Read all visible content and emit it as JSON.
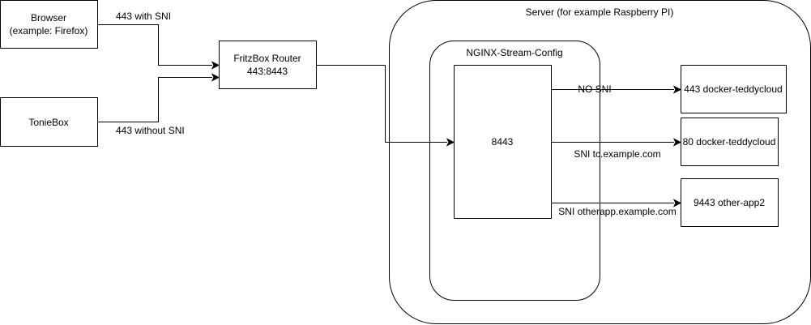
{
  "nodes": {
    "browser": {
      "lines": [
        "Browser",
        "(example: Firefox)"
      ]
    },
    "toniebox": {
      "lines": [
        "TonieBox"
      ]
    },
    "router": {
      "lines": [
        "FritzBox Router",
        "443:8443"
      ]
    },
    "server": {
      "label": "Server (for example Raspberry PI)"
    },
    "nginx": {
      "label": "NGINX-Stream-Config"
    },
    "port8443": {
      "label": "8443"
    },
    "target1": {
      "label": "443 docker-teddycloud"
    },
    "target2": {
      "label": "80 docker-teddycloud"
    },
    "target3": {
      "label": "9443 other-app2"
    }
  },
  "edges": {
    "browser_router": "443 with SNI",
    "toniebox_router": "443 without SNI",
    "to_target1": "NO SNI",
    "to_target2": "SNI tc.example.com",
    "to_target3": "SNI otherapp.example.com"
  }
}
